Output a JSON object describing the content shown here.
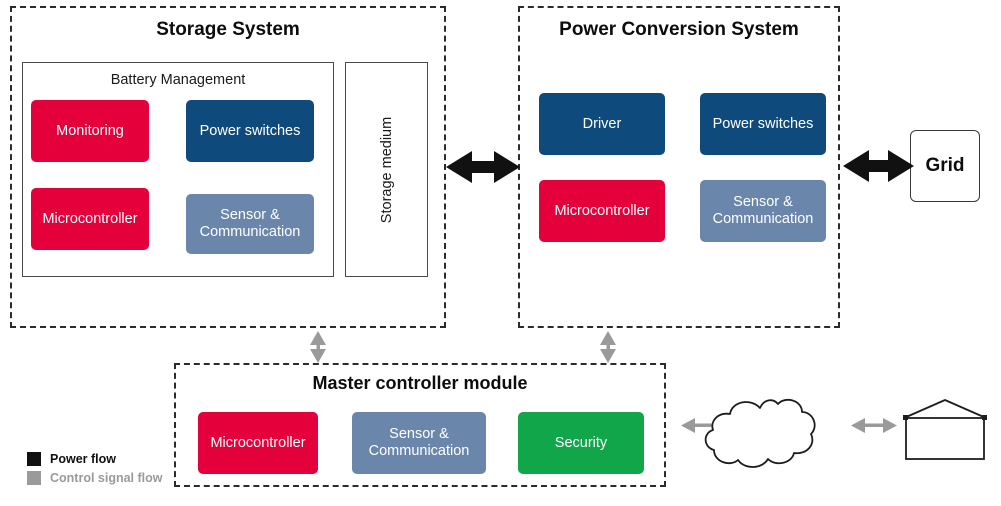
{
  "diagram": {
    "title_storage": "Storage System",
    "title_pcs": "Power Conversion System",
    "title_master": "Master controller module",
    "subtitle_bms": "Battery Management",
    "storage_medium": "Storage medium",
    "grid": "Grid",
    "internet": "Internet",
    "utility": "Utility"
  },
  "storage_system": {
    "title": "Storage System",
    "battery_management": {
      "title": "Battery Management",
      "blocks": [
        {
          "label": "Monitoring",
          "color": "#E4003A"
        },
        {
          "label": "Power switches",
          "color": "#0E4A7B"
        },
        {
          "label": "Microcontroller",
          "color": "#E4003A"
        },
        {
          "label": "Sensor & Communication",
          "color": "#6B86AB"
        }
      ]
    },
    "storage_medium_label": "Storage medium"
  },
  "power_conversion_system": {
    "title": "Power Conversion System",
    "blocks": [
      {
        "label": "Driver",
        "color": "#0E4A7B"
      },
      {
        "label": "Power switches",
        "color": "#0E4A7B"
      },
      {
        "label": "Microcontroller",
        "color": "#E4003A"
      },
      {
        "label": "Sensor & Communication",
        "color": "#6B86AB"
      }
    ]
  },
  "master_controller": {
    "title": "Master controller module",
    "blocks": [
      {
        "label": "Microcontroller",
        "color": "#E4003A"
      },
      {
        "label": "Sensor & Communication",
        "color": "#6B86AB"
      },
      {
        "label": "Security",
        "color": "#12A64B"
      }
    ]
  },
  "external": {
    "grid": "Grid",
    "internet": "Internet",
    "utility": "Utility"
  },
  "legend": {
    "items": [
      {
        "label": "Power flow",
        "color": "#111111"
      },
      {
        "label": "Control signal flow",
        "color": "#9a9a9a"
      }
    ]
  },
  "colors": {
    "red": "#E4003A",
    "navy": "#0E4A7B",
    "steel": "#6B86AB",
    "green": "#12A64B",
    "power_flow": "#111111",
    "control_flow": "#9a9a9a",
    "outline": "#2b2b2b"
  }
}
